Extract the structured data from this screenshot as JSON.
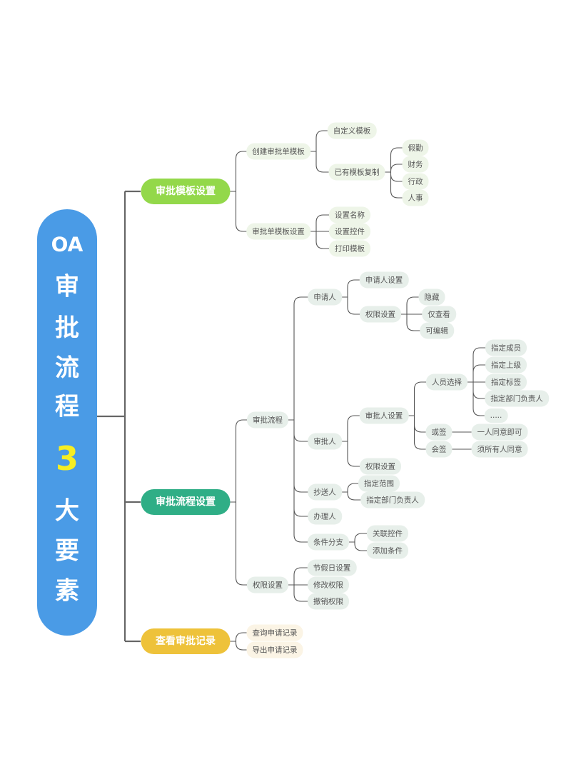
{
  "root": {
    "oa": "OA",
    "c1": "审",
    "c2": "批",
    "c3": "流",
    "c4": "程",
    "number": "3",
    "c5": "大",
    "c6": "要",
    "c7": "素"
  },
  "colors": {
    "root": "#4a9be6",
    "template": "#93d84a",
    "flow": "#2fae86",
    "record": "#eec23a",
    "number": "#f6ee23",
    "line": "#555555"
  },
  "branches": [
    {
      "label": "审批模板设置",
      "children": [
        {
          "label": "创建审批单模板",
          "children": [
            {
              "label": "自定义模板"
            },
            {
              "label": "已有模板复制",
              "children": [
                {
                  "label": "假勤"
                },
                {
                  "label": "财务"
                },
                {
                  "label": "行政"
                },
                {
                  "label": "人事"
                }
              ]
            }
          ]
        },
        {
          "label": "审批单模板设置",
          "children": [
            {
              "label": "设置名称"
            },
            {
              "label": "设置控件"
            },
            {
              "label": "打印模板"
            }
          ]
        }
      ]
    },
    {
      "label": "审批流程设置",
      "children": [
        {
          "label": "审批流程",
          "children": [
            {
              "label": "申请人",
              "children": [
                {
                  "label": "申请人设置"
                },
                {
                  "label": "权限设置",
                  "children": [
                    {
                      "label": "隐藏"
                    },
                    {
                      "label": "仅查看"
                    },
                    {
                      "label": "可编辑"
                    }
                  ]
                }
              ]
            },
            {
              "label": "审批人",
              "children": [
                {
                  "label": "审批人设置",
                  "children": [
                    {
                      "label": "人员选择",
                      "children": [
                        {
                          "label": "指定成员"
                        },
                        {
                          "label": "指定上级"
                        },
                        {
                          "label": "指定标签"
                        },
                        {
                          "label": "指定部门负责人"
                        },
                        {
                          "label": "....."
                        }
                      ]
                    },
                    {
                      "label": "或签",
                      "children": [
                        {
                          "label": "一人同意即可"
                        }
                      ]
                    },
                    {
                      "label": "会签",
                      "children": [
                        {
                          "label": "须所有人同意"
                        }
                      ]
                    }
                  ]
                },
                {
                  "label": "权限设置"
                }
              ]
            },
            {
              "label": "抄送人",
              "children": [
                {
                  "label": "指定范围"
                },
                {
                  "label": "指定部门负责人"
                }
              ]
            },
            {
              "label": "办理人"
            },
            {
              "label": "条件分支",
              "children": [
                {
                  "label": "关联控件"
                },
                {
                  "label": "添加条件"
                }
              ]
            }
          ]
        },
        {
          "label": "权限设置",
          "children": [
            {
              "label": "节假日设置"
            },
            {
              "label": "修改权限"
            },
            {
              "label": "撤销权限"
            }
          ]
        }
      ]
    },
    {
      "label": "查看审批记录",
      "children": [
        {
          "label": "查询申请记录"
        },
        {
          "label": "导出申请记录"
        }
      ]
    }
  ]
}
